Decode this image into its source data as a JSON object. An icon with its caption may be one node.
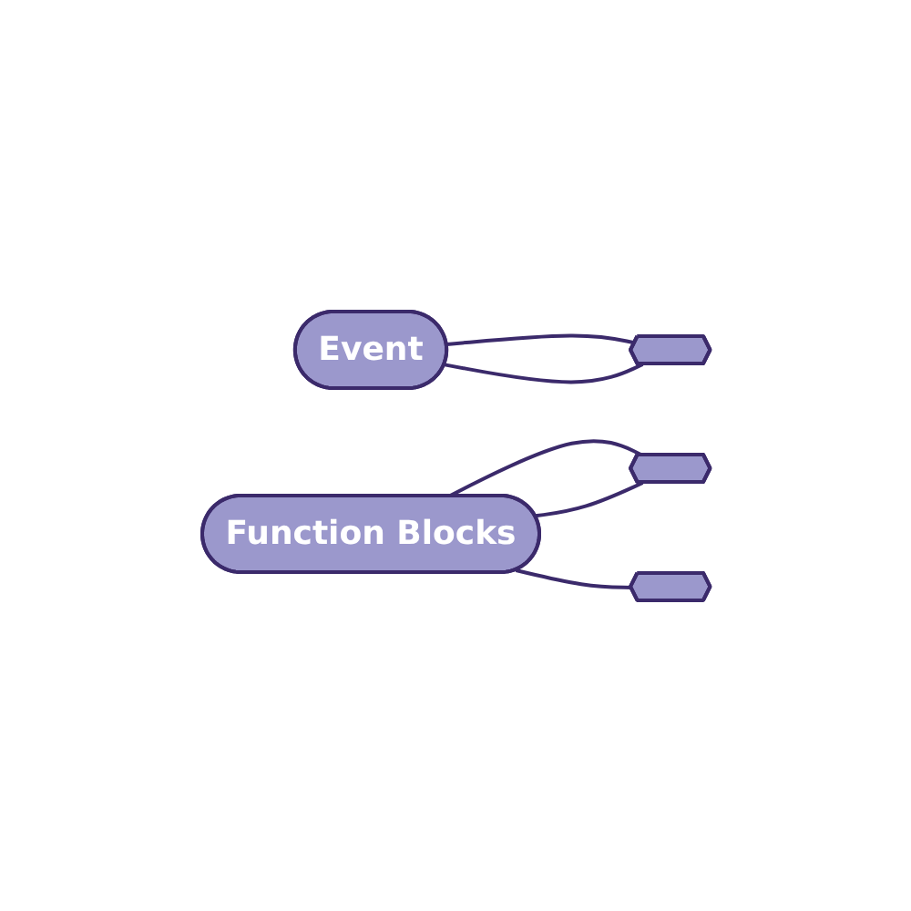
{
  "diagram": {
    "nodes": [
      {
        "text": [],
        "shape": "hexagon"
      },
      {
        "text": [
          "Event"
        ]
      },
      {
        "text": [],
        "shape": "hexagon"
      },
      {
        "text": [],
        "shape": "hexagon"
      },
      {
        "text": [
          "Function Blocks"
        ]
      }
    ],
    "edges": [
      {
        "from": 1,
        "to": 0,
        "arrow": "none"
      },
      {
        "from": 1,
        "to": 0,
        "arrow": "none"
      },
      {
        "from": 4,
        "to": 2,
        "arrow": "none"
      },
      {
        "from": 4,
        "to": 2,
        "arrow": "none"
      },
      {
        "from": 4,
        "to": 3,
        "arrow": "none"
      }
    ]
  }
}
